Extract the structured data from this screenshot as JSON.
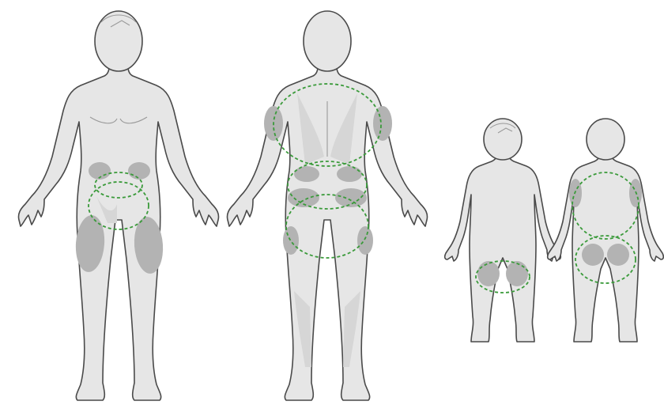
{
  "diagram": {
    "figures": [
      {
        "id": "adult-front",
        "view": "front",
        "subject": "adult"
      },
      {
        "id": "adult-back",
        "view": "back",
        "subject": "adult"
      },
      {
        "id": "child-front",
        "view": "front",
        "subject": "child"
      },
      {
        "id": "child-back",
        "view": "back",
        "subject": "child"
      }
    ],
    "colors": {
      "body": "#e6e6e6",
      "outline": "#4a4a4a",
      "injection_site": "#b3b3b3",
      "rotation_arrow": "#3a9a3a"
    }
  }
}
